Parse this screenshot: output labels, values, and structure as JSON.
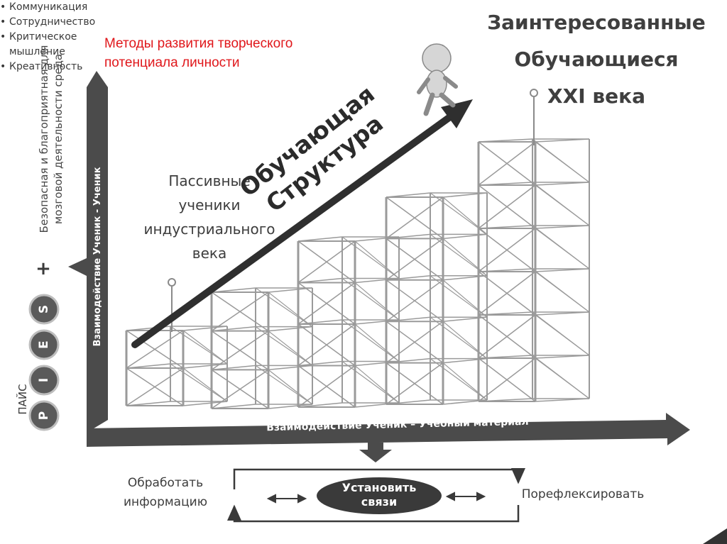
{
  "slide": {
    "title": "Методы развития творческого потенциала личности"
  },
  "diagram": {
    "heading_right": {
      "line1": "Заинтересованные",
      "line2": "Обучающиеся",
      "line3": "XXI века"
    },
    "passive": {
      "line1": "Пассивные",
      "line2": "ученики",
      "line3": "индустриального",
      "line4": "века"
    },
    "diagonal_arrow": {
      "line1": "Обучающая",
      "line2": "Структура"
    },
    "skills": {
      "bullet": "•",
      "items": [
        "Коммуникация",
        "Сотрудничество",
        "Критическое",
        "мышление",
        "Креативность"
      ]
    },
    "x_axis_label": "Взаимодействие Ученик – Учебный материал",
    "y_axis_label": "Взаимодействие Ученик - Ученик",
    "environment_label": {
      "line1": "Безопасная и благоприятная для",
      "line2": "мозговой деятельности среда"
    },
    "plus": "+",
    "pies": {
      "label": "ПАЙС",
      "letters": [
        "P",
        "I",
        "E",
        "S"
      ]
    },
    "cycle": {
      "left": {
        "line1": "Обработать",
        "line2": "информацию"
      },
      "center": {
        "line1": "Установить",
        "line2": "связи"
      },
      "right": "Порефлексировать"
    },
    "colors": {
      "title_red": "#e0171b",
      "axis_dark": "#4b4b4b",
      "scaffold": "#9a9a9a",
      "text_dark": "#3d3d3d"
    }
  }
}
